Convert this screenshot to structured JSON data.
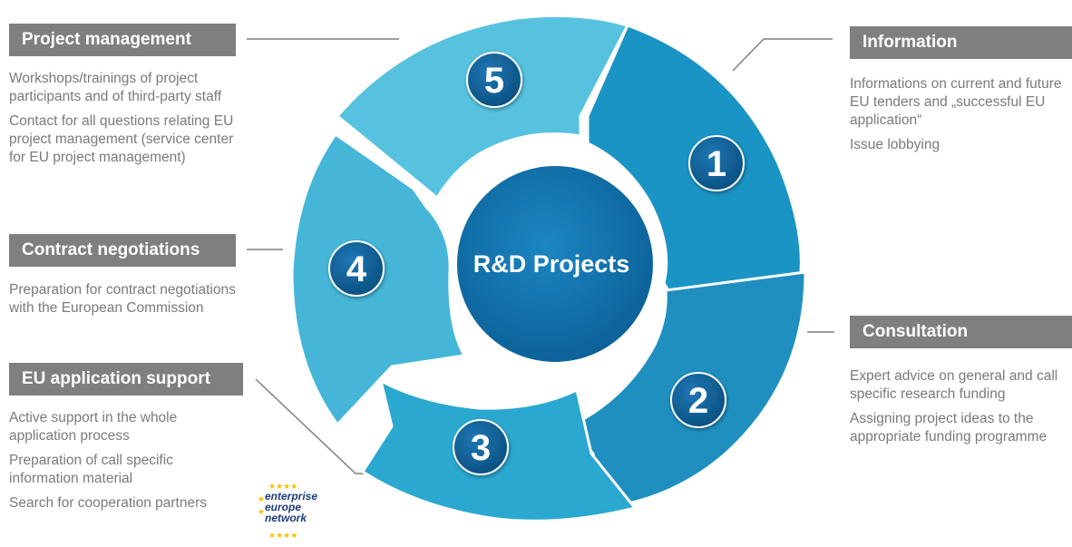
{
  "center": {
    "label": "R&D Projects"
  },
  "segments": [
    {
      "number": "1"
    },
    {
      "number": "2"
    },
    {
      "number": "3"
    },
    {
      "number": "4"
    },
    {
      "number": "5"
    }
  ],
  "sections": {
    "project_management": {
      "title": "Project management",
      "items": [
        "Workshops/trainings of project participants and of third-party staff",
        "Contact for all questions relating EU project management (service center for EU project management)"
      ]
    },
    "contract_negotiations": {
      "title": "Contract negotiations",
      "items": [
        "Preparation for contract negotiations with the European Commission"
      ]
    },
    "eu_application_support": {
      "title": "EU application support",
      "items": [
        "Active support in the whole application process",
        "Preparation of call specific information material",
        "Search for cooperation partners"
      ]
    },
    "information": {
      "title": "Information",
      "items": [
        "Informations on current and future EU tenders and „successful EU application“",
        "Issue lobbying"
      ]
    },
    "consultation": {
      "title": "Consultation",
      "items": [
        "Expert advice on general and call specific research funding",
        "Assigning project ideas to the appropriate funding programme"
      ]
    }
  },
  "logo": {
    "line1": "enterprise",
    "line2": "europe",
    "line3": "network"
  },
  "colors": {
    "box_bg": "#7f7f7f",
    "text_gray": "#7a7a7a",
    "seg1": "#1a94c4",
    "seg2": "#1f8fc0",
    "seg3": "#2aa8d0",
    "seg4": "#45b6d8",
    "seg5": "#56c2e0",
    "center": "#0f6ea8",
    "badge": "#0b5a8e"
  }
}
